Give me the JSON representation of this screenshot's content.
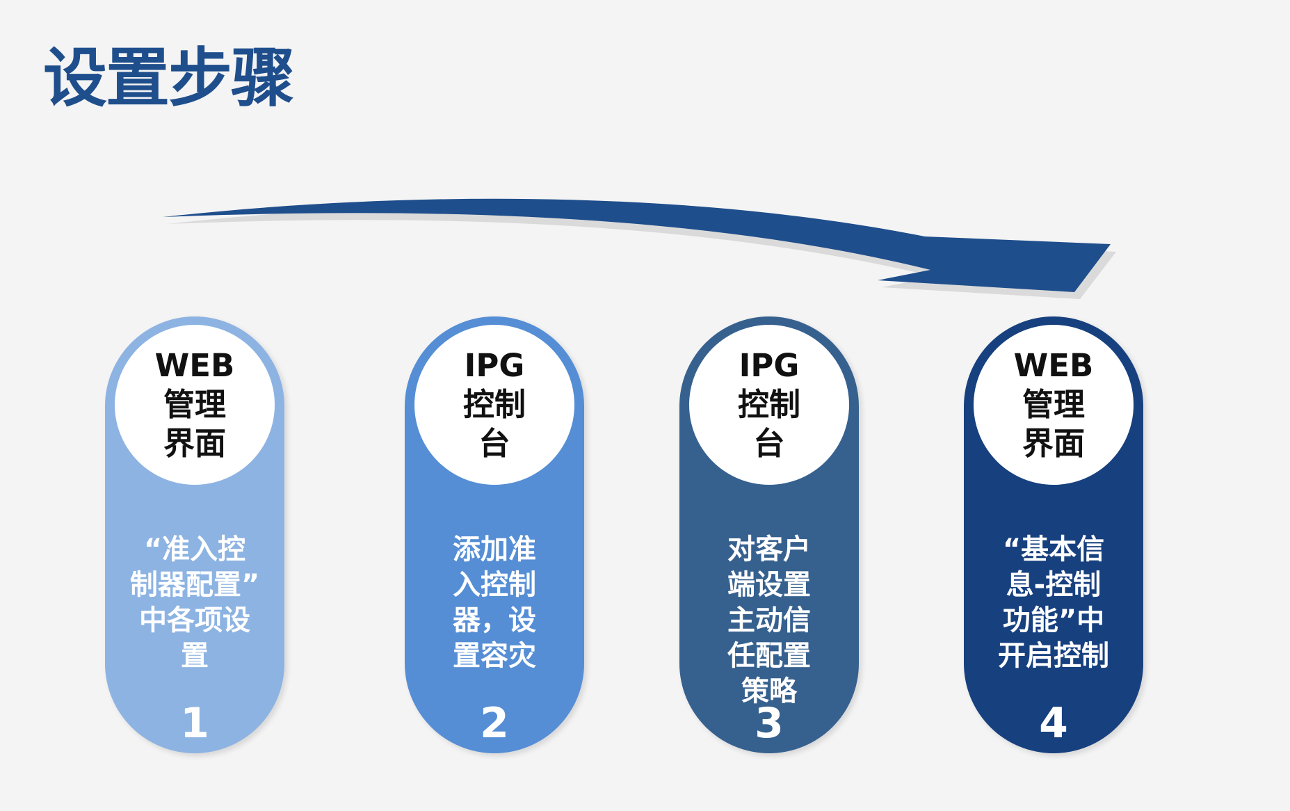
{
  "title": "设置步骤",
  "colors": {
    "title": "#1f4e8c",
    "step1": "#8db3e2",
    "step2": "#558ed5",
    "step3": "#36618f",
    "step4": "#17407f",
    "arrow": "#1f4e8c"
  },
  "steps": [
    {
      "number": "1",
      "header": [
        "WEB",
        "管理",
        "界面"
      ],
      "desc": [
        "“准入控",
        "制器配置”",
        "中各项设",
        "置"
      ]
    },
    {
      "number": "2",
      "header": [
        "IPG",
        "控制",
        "台"
      ],
      "desc": [
        "添加准",
        "入控制",
        "器，设",
        "置容灾"
      ]
    },
    {
      "number": "3",
      "header": [
        "IPG",
        "控制",
        "台"
      ],
      "desc": [
        "对客户",
        "端设置",
        "主动信",
        "任配置",
        "策略"
      ]
    },
    {
      "number": "4",
      "header": [
        "WEB",
        "管理",
        "界面"
      ],
      "desc": [
        "“基本信",
        "息-控制",
        "功能”中",
        "开启控制"
      ]
    }
  ]
}
